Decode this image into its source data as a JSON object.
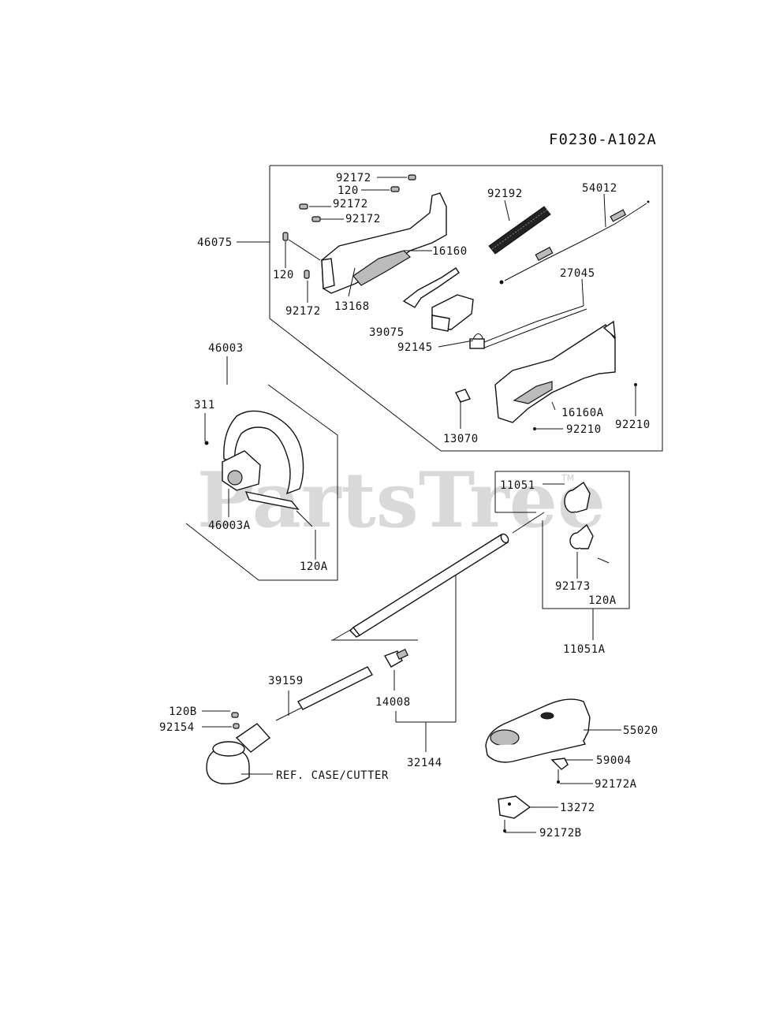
{
  "diagram_code": "F0230-A102A",
  "watermark": "PartsTree",
  "watermark_tm": "TM",
  "labels": {
    "p92172_top": "92172",
    "p120_top": "120",
    "p92172_b": "92172",
    "p92172_c": "92172",
    "p46075": "46075",
    "p16160": "16160",
    "p120_left": "120",
    "p92172_left": "92172",
    "p13168": "13168",
    "p92192": "92192",
    "p54012": "54012",
    "p27045": "27045",
    "p39075": "39075",
    "p92145": "92145",
    "p16160A": "16160A",
    "p92210_a": "92210",
    "p92210_b": "92210",
    "p13070": "13070",
    "p46003": "46003",
    "p311": "311",
    "p46003A": "46003A",
    "p120A_left": "120A",
    "p11051": "11051",
    "p92173": "92173",
    "p120A_right": "120A",
    "p11051A": "11051A",
    "p39159": "39159",
    "p14008": "14008",
    "p120B": "120B",
    "p92154": "92154",
    "p32144": "32144",
    "ref_case": "REF. CASE/CUTTER",
    "p55020": "55020",
    "p59004": "59004",
    "p92172A": "92172A",
    "p13272": "13272",
    "p92172B": "92172B"
  }
}
